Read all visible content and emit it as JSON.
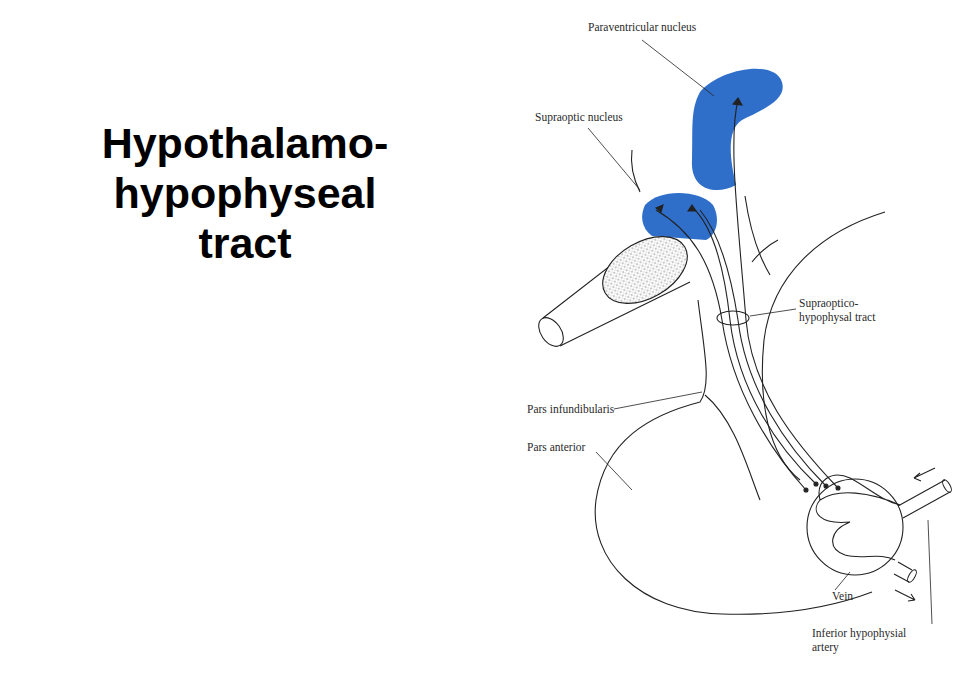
{
  "diagram": {
    "title": "Hypothalamo- hypophyseal tract",
    "labels": [
      "Paraventricular nucleus",
      "Supraoptic nucleus",
      "Supraoptico- hypophysal tract",
      "Pars infundibularis",
      "Pars anterior",
      "Vein",
      "Inferior hypophysial artery"
    ]
  }
}
